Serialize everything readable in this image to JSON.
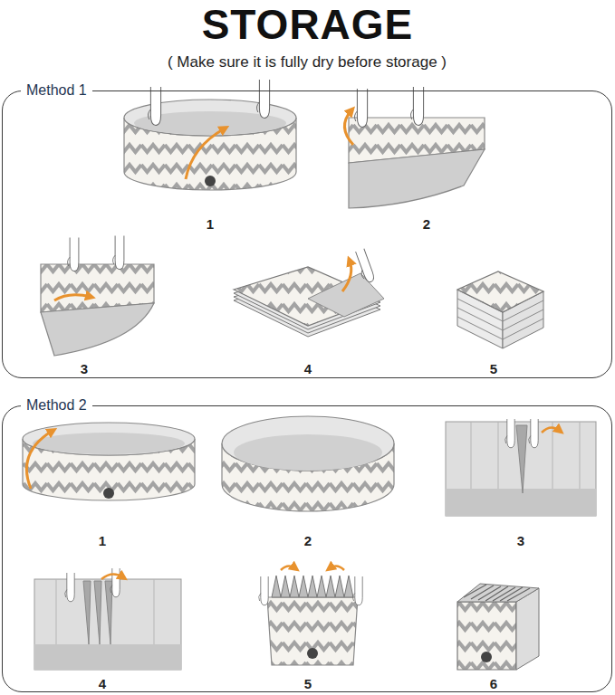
{
  "diagram": {
    "title": "STORAGE",
    "nodes": [
      {
        "text": [
          "Method 1"
        ]
      },
      {
        "text": [
          "Method 2"
        ]
      }
    ],
    "labels": [
      "( Make sure it is fully dry before storage )",
      "1",
      "2",
      "3",
      "4",
      "5",
      "1",
      "2",
      "3",
      "4",
      "5",
      "6"
    ]
  }
}
